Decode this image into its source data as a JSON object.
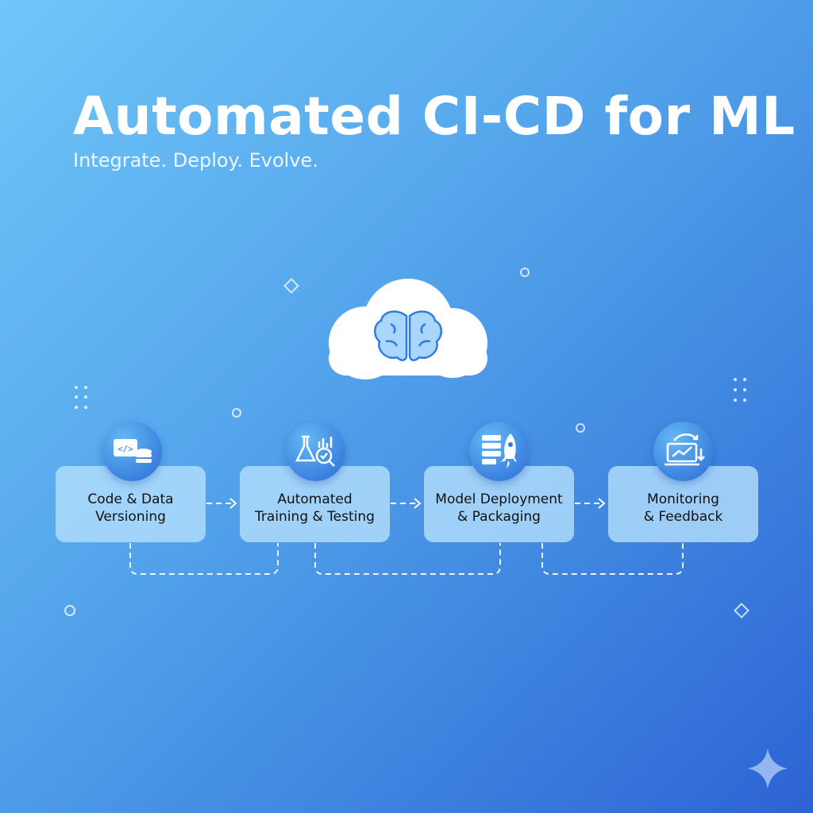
{
  "header": {
    "title": "Automated CI-CD for ML",
    "subtitle": "Integrate. Deploy. Evolve."
  },
  "cloud": {
    "icon": "brain-icon"
  },
  "stages": [
    {
      "line1": "Code & Data",
      "line2": "Versioning",
      "icon": "code-database-icon"
    },
    {
      "line1": "Automated",
      "line2": "Training & Testing",
      "icon": "flask-chart-check-icon"
    },
    {
      "line1": "Model Deployment",
      "line2": "& Packaging",
      "icon": "server-rocket-icon"
    },
    {
      "line1": "Monitoring",
      "line2": "& Feedback",
      "icon": "monitor-chart-refresh-icon"
    }
  ],
  "colors": {
    "bg_start": "#70c6f8",
    "bg_end": "#2d63d4",
    "box": "#b2defc",
    "badge": "#2b6bd6"
  }
}
